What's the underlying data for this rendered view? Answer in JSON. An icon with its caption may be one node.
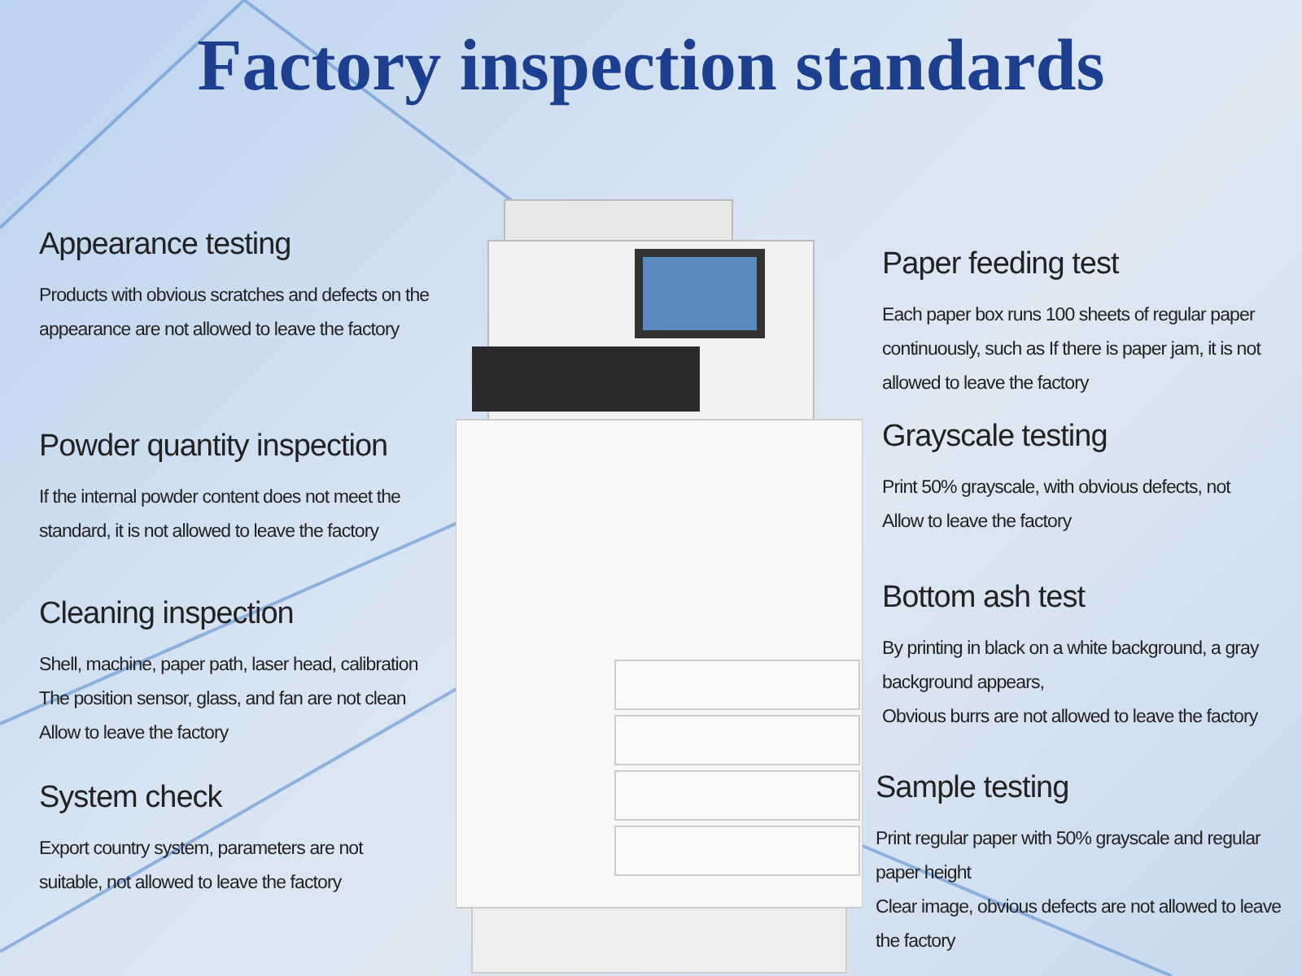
{
  "diagram": {
    "title": "Factory inspection standards",
    "labels": [
      "Appearance testing",
      "Products with obvious scratches and defects on the appearance are not allowed to leave the factory",
      "Powder quantity inspection",
      "If the internal powder content does not meet the standard, it is not allowed to leave the factory",
      "Cleaning inspection",
      "Shell, machine, paper path, laser head, calibration",
      "The position sensor, glass, and fan are not clean",
      "Allow to leave the factory",
      "System check",
      "Export country system, parameters are not suitable, not allowed to leave the factory",
      "Paper feeding test",
      "Each paper box runs 100 sheets of regular paper continuously, such as If there is paper jam, it is not allowed to leave the factory",
      "Grayscale testing",
      "Print 50% grayscale, with obvious defects, not",
      "Allow to leave the factory",
      "Bottom ash test",
      "By printing in black on a white background, a gray background appears,",
      "Obvious burrs are not allowed to leave the factory",
      "Sample testing",
      "Print regular paper with 50% grayscale and regular paper height",
      "Clear image, obvious defects are not allowed to leave the factory"
    ]
  }
}
